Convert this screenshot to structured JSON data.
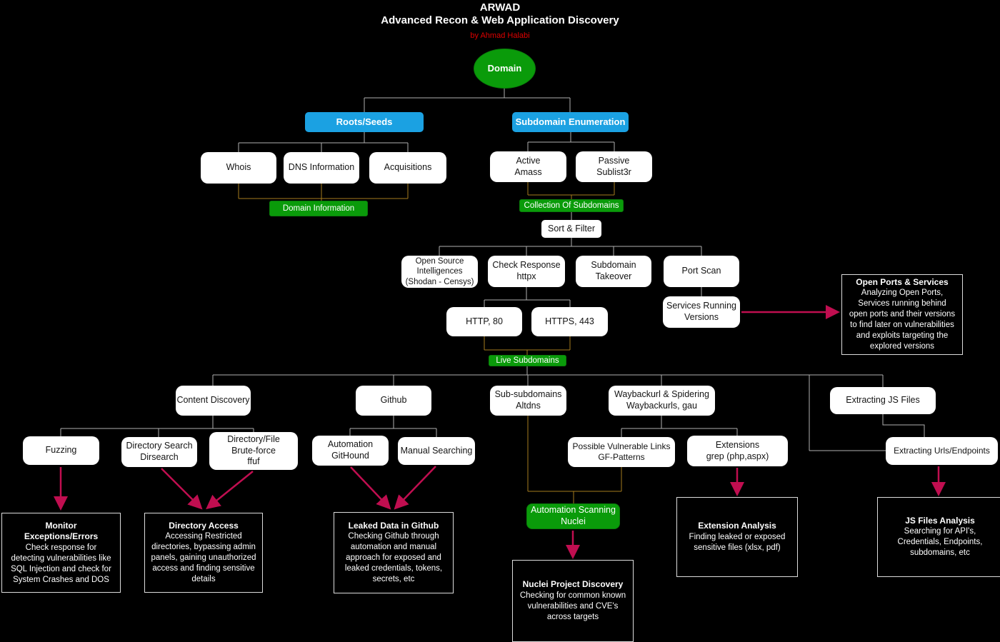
{
  "header": {
    "title": "ARWAD",
    "subtitle": "Advanced Recon & Web Application Discovery",
    "byline": "by Ahmad Halabi"
  },
  "colors": {
    "accent_blue": "#1ba1e2",
    "node_green": "#0a9b0a",
    "connector_gray": "#b0b0b0",
    "connector_orange": "#a67c1e",
    "arrow_crimson": "#c00e50",
    "byline_red": "#e00000"
  },
  "nodes": {
    "domain": "Domain",
    "roots_seeds": "Roots/Seeds",
    "subdomain_enum": "Subdomain Enumeration",
    "whois": "Whois",
    "dns_info": "DNS Information",
    "acquisitions": "Acquisitions",
    "active_amass": "Active\nAmass",
    "passive_sublist3r": "Passive\nSublist3r",
    "domain_information": "Domain Information",
    "collection_subdomains": "Collection Of Subdomains",
    "sort_filter": "Sort & Filter",
    "osint": "Open Source\nIntelligences\n(Shodan - Censys)",
    "check_response": "Check Response\nhttpx",
    "subdomain_takeover": "Subdomain\nTakeover",
    "port_scan": "Port Scan",
    "http_80": "HTTP, 80",
    "https_443": "HTTPS, 443",
    "services_running": "Services Running\nVersions",
    "live_subdomains": "Live Subdomains",
    "content_discovery": "Content Discovery",
    "github": "Github",
    "sub_subdomains": "Sub-subdomains\nAltdns",
    "waybackurl": "Waybackurl & Spidering\nWaybackurls, gau",
    "extracting_js": "Extracting JS Files",
    "fuzzing": "Fuzzing",
    "dirsearch": "Directory Search\nDirsearch",
    "ffuf": "Directory/File\nBrute-force\nffuf",
    "githound": "Automation\nGitHound",
    "manual_searching": "Manual Searching",
    "gf_patterns": "Possible Vulnerable Links\nGF-Patterns",
    "extensions": "Extensions\ngrep (php,aspx)",
    "extracting_urls": "Extracting Urls/Endpoints",
    "automation_nuclei": "Automation Scanning\nNuclei"
  },
  "info": {
    "open_ports": {
      "title": "Open Ports & Services",
      "body": "Analyzing Open Ports, Services running behind open ports and their versions to find later on vulnerabilities and exploits targeting the explored versions"
    },
    "monitor": {
      "title": "Monitor Exceptions/Errors",
      "body": "Check response for detecting vulnerabilities like SQL Injection and check for System Crashes and DOS"
    },
    "directory_access": {
      "title": "Directory Access",
      "body": "Accessing Restricted directories, bypassing admin panels, gaining unauthorized access and finding sensitive details"
    },
    "leaked_github": {
      "title": "Leaked Data in Github",
      "body": "Checking Github through automation and manual approach for exposed and leaked credentials, tokens, secrets, etc"
    },
    "nuclei": {
      "title": "Nuclei Project Discovery",
      "body": "Checking for common known vulnerabilities and CVE's across targets"
    },
    "extension_analysis": {
      "title": "Extension Analysis",
      "body": "Finding leaked or exposed sensitive files (xlsx, pdf)"
    },
    "js_analysis": {
      "title": "JS Files Analysis",
      "body": "Searching for API's, Credentials, Endpoints, subdomains, etc"
    }
  }
}
